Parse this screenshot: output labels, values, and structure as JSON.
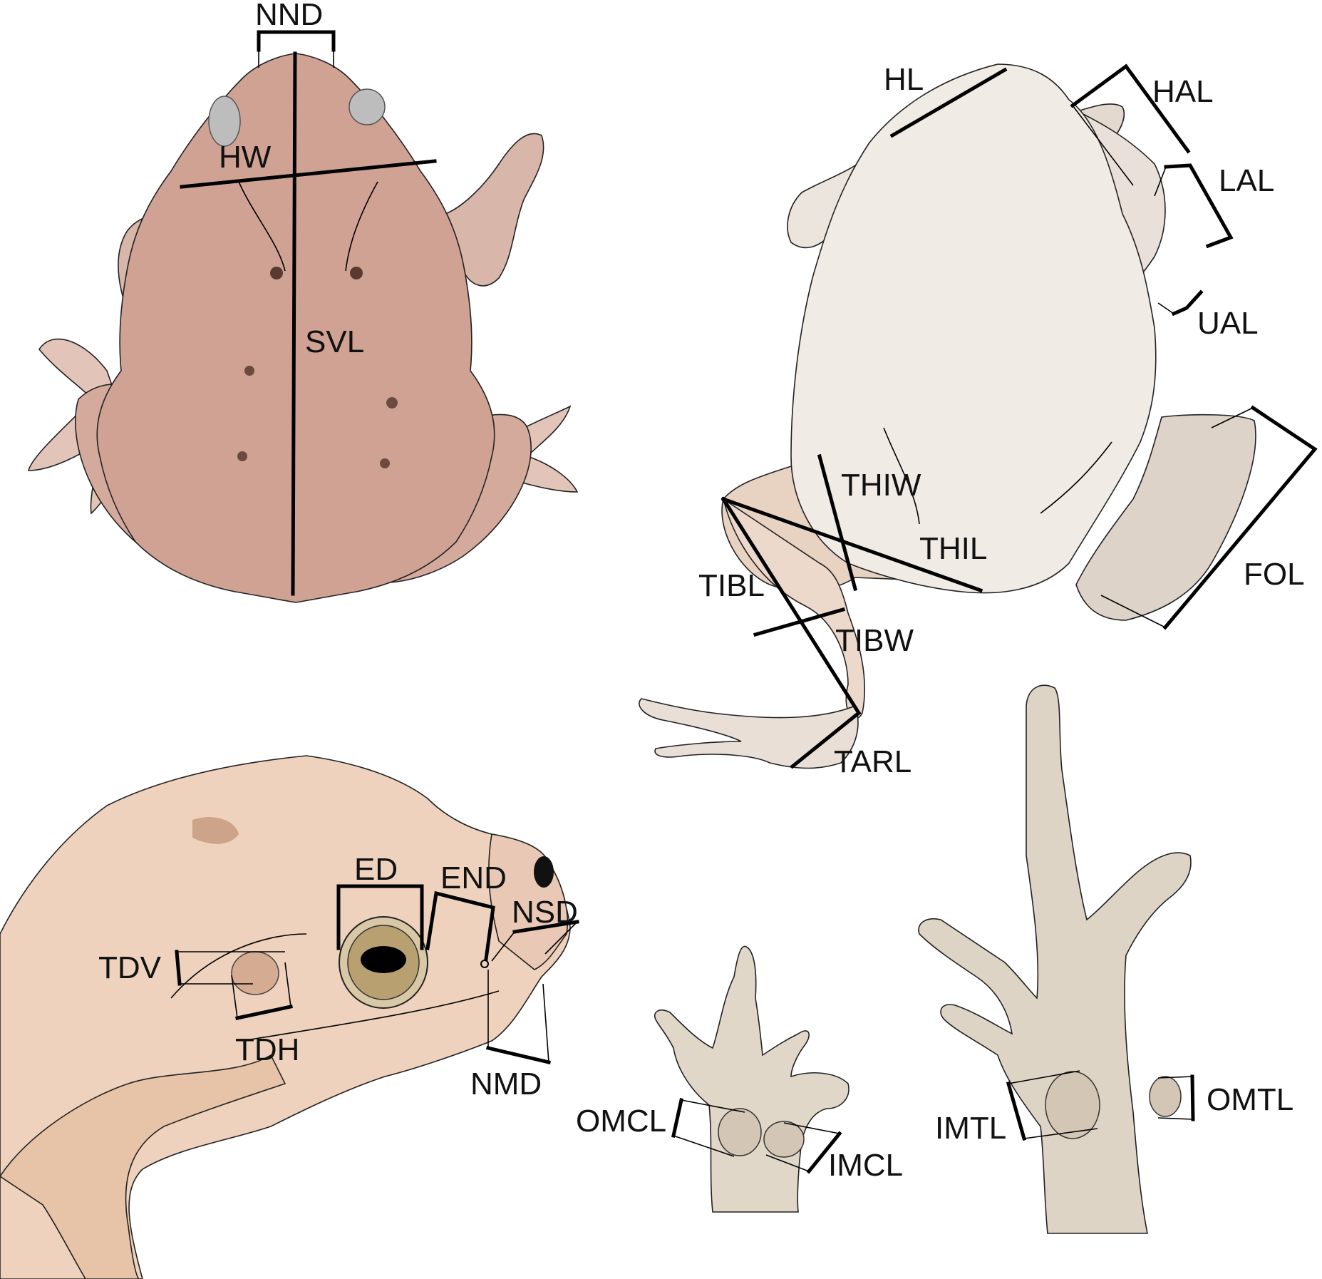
{
  "figure": {
    "panels": {
      "dorsal": {
        "labels": {
          "nnd": "NND",
          "hw": "HW",
          "svl": "SVL"
        }
      },
      "ventral": {
        "labels": {
          "hl": "HL",
          "hal": "HAL",
          "lal": "LAL",
          "ual": "UAL",
          "thiw": "THIW",
          "thil": "THIL",
          "tibl": "TIBL",
          "tibw": "TIBW",
          "tarl": "TARL",
          "fol": "FOL"
        }
      },
      "head_lateral": {
        "labels": {
          "ed": "ED",
          "end": "END",
          "nsd": "NSD",
          "tdv": "TDV",
          "tdh": "TDH",
          "nmd": "NMD"
        }
      },
      "hand": {
        "labels": {
          "omcl": "OMCL",
          "imcl": "IMCL"
        }
      },
      "foot": {
        "labels": {
          "imtl": "IMTL",
          "omtl": "OMTL"
        }
      }
    },
    "colors": {
      "dorsal_skin": "#c99c8e",
      "ventral_skin": "#e6dcd3",
      "head_skin": "#e3b89a",
      "limb_skin": "#d9cbbd",
      "measurement_line": "#000000"
    }
  }
}
